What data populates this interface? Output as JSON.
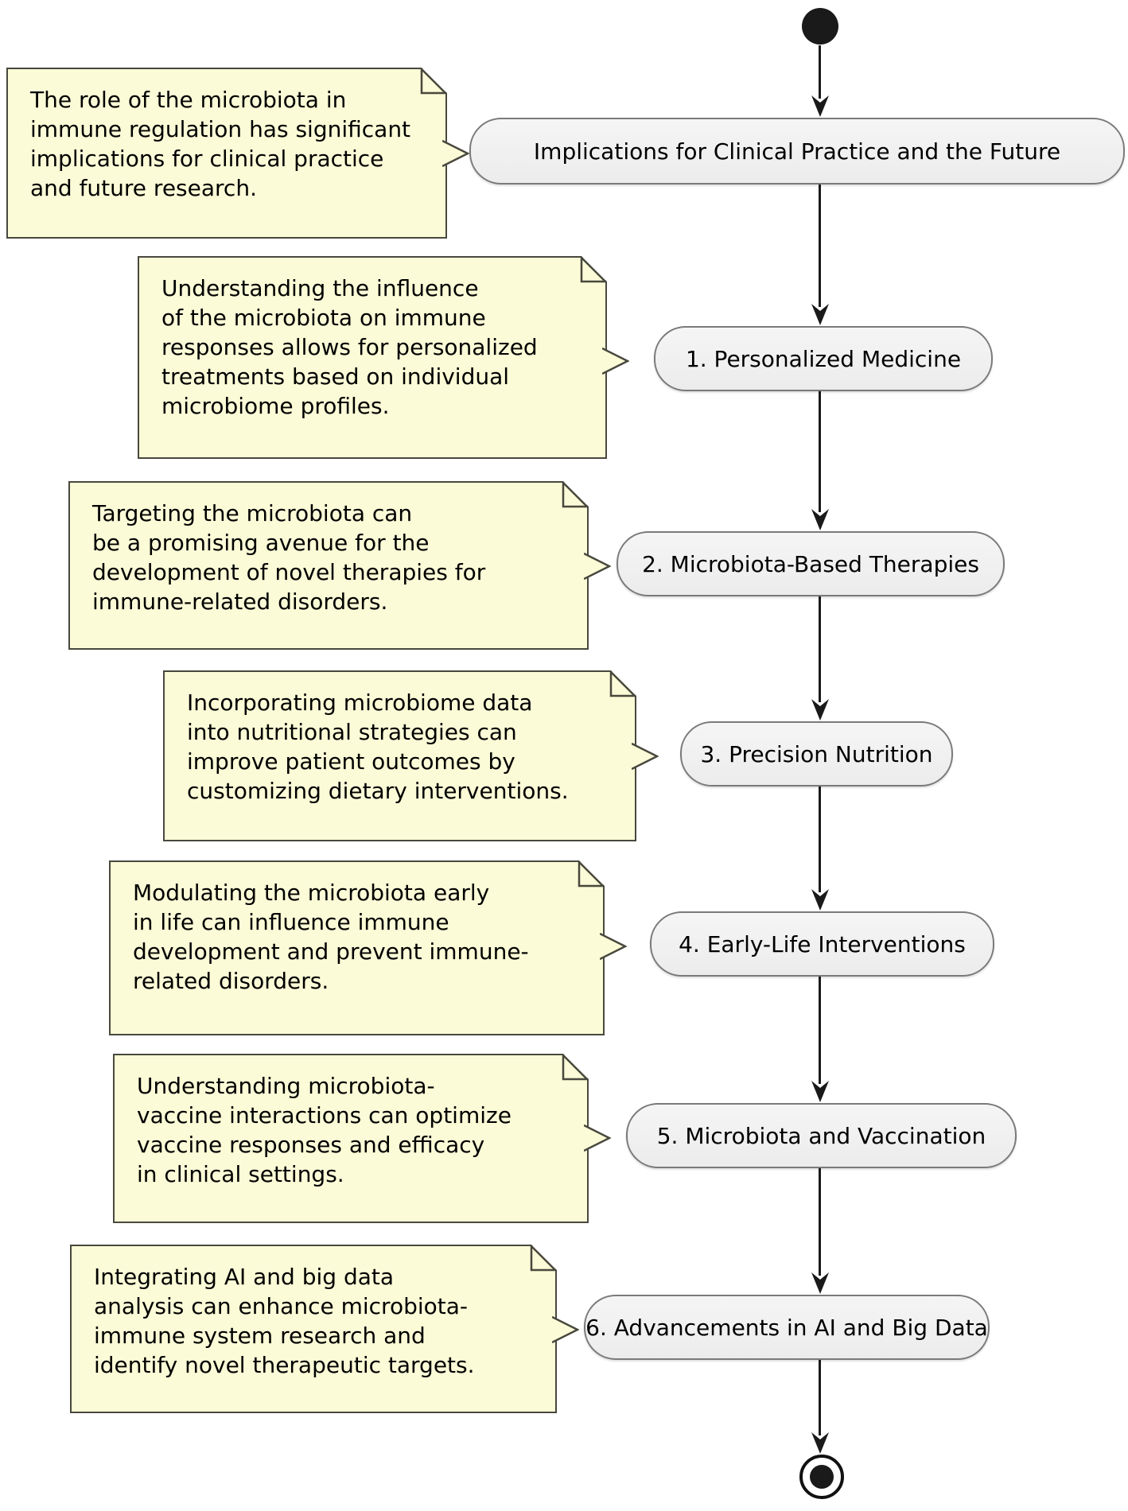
{
  "diagram": {
    "type": "activity-flowchart",
    "colors": {
      "background": "#FFFFFF",
      "note_fill": "#FBFBD7",
      "note_border": "#48483E",
      "activity_fill": "#F0F0F0",
      "activity_border": "#7A7A7A",
      "flow_line": "#1A1A1A",
      "text": "#000000"
    },
    "steps": [
      {
        "activity": "Implications for Clinical Practice and the Future",
        "note": "The role of the microbiota in\nimmune regulation has significant\nimplications for clinical practice\nand future research."
      },
      {
        "activity": "1. Personalized Medicine",
        "note": "Understanding the influence\nof the microbiota on immune\nresponses allows for personalized\ntreatments based on individual\nmicrobiome profiles."
      },
      {
        "activity": "2. Microbiota-Based Therapies",
        "note": "Targeting the microbiota can\nbe a promising avenue for the\ndevelopment of novel therapies for\nimmune-related disorders."
      },
      {
        "activity": "3. Precision Nutrition",
        "note": "Incorporating microbiome data\ninto nutritional strategies can\nimprove patient outcomes by\ncustomizing dietary interventions."
      },
      {
        "activity": "4. Early-Life Interventions",
        "note": "Modulating the microbiota early\nin life can influence immune\ndevelopment and prevent immune-\nrelated disorders."
      },
      {
        "activity": "5. Microbiota and Vaccination",
        "note": "Understanding microbiota-\nvaccine interactions can optimize\nvaccine responses and efficacy\nin clinical settings."
      },
      {
        "activity": "6. Advancements in AI and Big Data",
        "note": "Integrating AI and big data\nanalysis can enhance microbiota-\nimmune system research and\nidentify novel therapeutic targets."
      }
    ]
  }
}
